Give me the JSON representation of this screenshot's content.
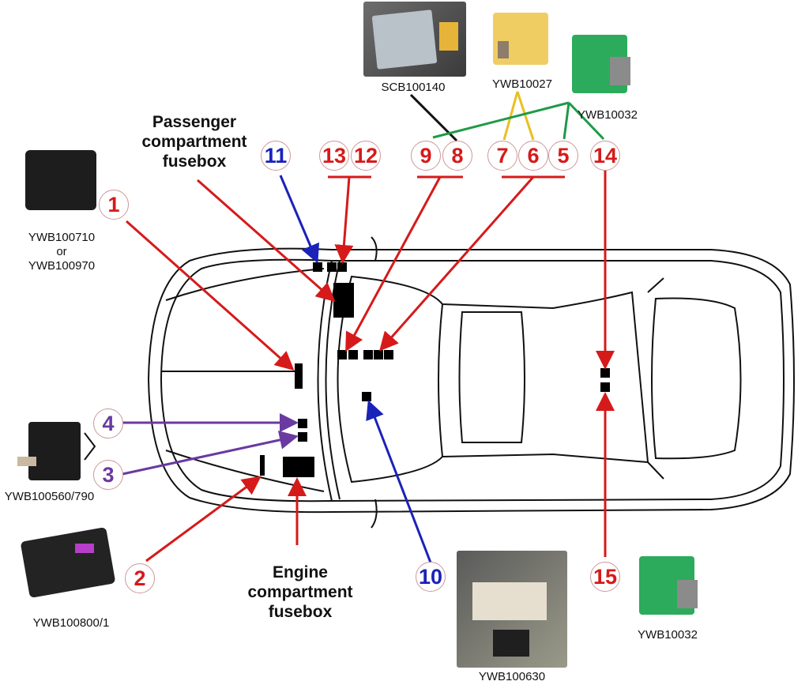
{
  "diagram": {
    "subject": "Car top-view relay and control unit location diagram",
    "colors": {
      "red": "#d61a1a",
      "blue": "#1a22b8",
      "purple": "#6a3aa0",
      "green": "#1e9a48",
      "yellow": "#e8c020",
      "black": "#111111"
    },
    "area_labels": {
      "passenger_fusebox": [
        "Passenger",
        "compartment",
        "fusebox"
      ],
      "engine_fusebox": [
        "Engine",
        "compartment",
        "fusebox"
      ]
    },
    "markers": [
      {
        "num": "1",
        "color": "red"
      },
      {
        "num": "2",
        "color": "red"
      },
      {
        "num": "3",
        "color": "purple"
      },
      {
        "num": "4",
        "color": "purple"
      },
      {
        "num": "5",
        "color": "red"
      },
      {
        "num": "6",
        "color": "red"
      },
      {
        "num": "7",
        "color": "red"
      },
      {
        "num": "8",
        "color": "red"
      },
      {
        "num": "9",
        "color": "red"
      },
      {
        "num": "10",
        "color": "blue"
      },
      {
        "num": "11",
        "color": "blue"
      },
      {
        "num": "12",
        "color": "red"
      },
      {
        "num": "13",
        "color": "red"
      },
      {
        "num": "14",
        "color": "red"
      },
      {
        "num": "15",
        "color": "red"
      }
    ],
    "parts": [
      {
        "id": "scb",
        "label": "SCB100140",
        "photo": "silver control unit"
      },
      {
        "id": "ywb10027",
        "label": "YWB10027",
        "photo": "yellow relay"
      },
      {
        "id": "ywb10032_top",
        "label": "YWB10032",
        "photo": "green relay"
      },
      {
        "id": "ywb100710",
        "label_lines": [
          "YWB100710",
          "or",
          "YWB100970"
        ],
        "photo": "black control module"
      },
      {
        "id": "ywb100560",
        "label": "YWB100560/790",
        "photo": "black relay"
      },
      {
        "id": "ywb100800",
        "label": "YWB100800/1",
        "photo": "black module with purple label"
      },
      {
        "id": "ywb100630",
        "label": "YWB100630",
        "photo": "relay in packaging"
      },
      {
        "id": "ywb10032_bottom",
        "label": "YWB10032",
        "photo": "green relay"
      }
    ]
  }
}
